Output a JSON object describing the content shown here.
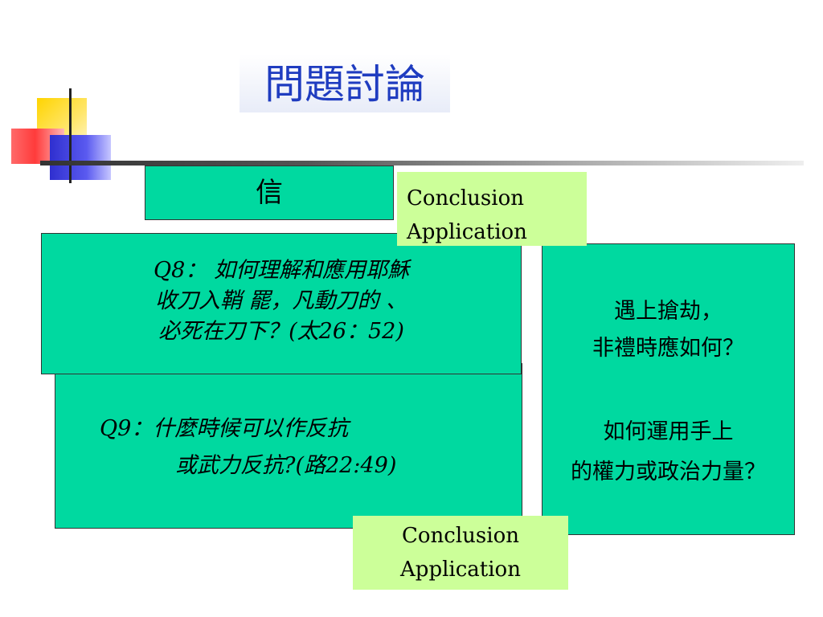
{
  "slide": {
    "title": "問題討論",
    "faith_label": "信",
    "conclusion_top": {
      "line1": "Conclusion",
      "line2": "Application"
    },
    "conclusion_bottom": {
      "line1": "Conclusion",
      "line2": "Application"
    },
    "q8": {
      "line1": "Q8： 如何理解和應用耶穌",
      "line2": "收刀入鞘 罷，凡動刀的 、",
      "line3": "必死在刀下？(太26：52)"
    },
    "q9": {
      "line1": "Q9：什麼時候可以作反抗",
      "line2": "或武力反抗?(路22:49)"
    },
    "right_panel": {
      "line1": "遇上搶劫，",
      "line2": "非禮時應如何？",
      "line3": "如何運用手上",
      "line4": "的權力或政治力量？"
    }
  },
  "colors": {
    "title_blue": "#1f3cc0",
    "box_green": "#00d9a0",
    "conclusion_lime": "#ccff99"
  }
}
